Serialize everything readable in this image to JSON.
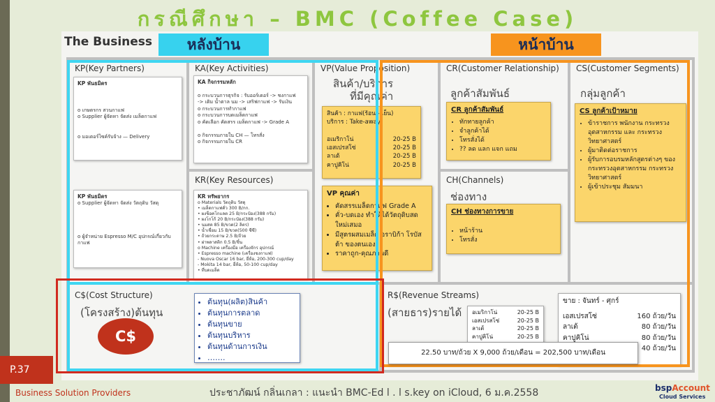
{
  "slide": {
    "title": "กรณีศึกษา – BMC (Coffee Case)",
    "canvas_title": "The Business",
    "tag_back": "หลังบ้าน",
    "tag_front": "หน้าบ้าน",
    "page": "P.37",
    "footer_left": "Business Solution Providers",
    "footer_center": "ประชาภัฒน์ กลิ่นเกลา : แนะนำ BMC-Ed l . l s.key on iCloud, 6 ม.ค.2558",
    "logo_a": "bsp",
    "logo_b": "Account",
    "logo_sub": "Cloud Services",
    "colors": {
      "title": "#8ec63f",
      "back_zone": "#3ed6f2",
      "front_zone": "#f7941e",
      "accent_red": "#c0321c",
      "note_yellow": "#fbd56b"
    }
  },
  "kp": {
    "title": "KP(Key Partners)",
    "box1_head": "KP พันธมิตร",
    "box1_items": [
      "o เกษตรกร สวนกาแฟ",
      "o Supplier ผู้จัดหา จัดส่ง เมล็ดกาแฟ",
      "o มอเตอร์ไซค์รับจ้าง — Delivery"
    ],
    "box2_head": "KP พันธมิตร",
    "box2_items": [
      "o Supplier ผู้จัดหา จัดส่ง วัตถุดิบ วัสดุ",
      "o ผู้จำหน่าย Espresso M/C อุปกรณ์เกี่ยวกับกาแฟ"
    ]
  },
  "ka": {
    "title": "KA(Key Activities)",
    "box_head": "KA กิจกรรมหลัก",
    "items": [
      "o กระบวนการธุรกิจ : รับออร์เดอร์ -> ชงกาแฟ",
      "-> เติม น้ำตาล นม -> เสริฟกาแฟ -> รับเงิน",
      "o กระบวนการทำกาแฟ",
      "o กระบวนการบดเมล็ดกาแฟ",
      "o คัดเลือก คัดสรร เมล็ดกาแฟ -> Grade A",
      "o กิจกรรมภายใน CH — โทรสั่ง",
      "o กิจกรรมภายใน CR"
    ]
  },
  "kr": {
    "title": "KR(Key Resources)",
    "box_head": "KR ทรัพยากร",
    "lines": [
      "o Materials วัตถุดิบ วัสดุ",
      "• เมล็ดกาแฟคั่ว        300 B/กก.",
      "• ผงช็อคโกแลต        25 B/กระป๋อง(388 กรัม)",
      "• ผงโกโก้              20 B/กระป๋อง(388 กรัม)",
      "• นมสด               85 B/ขวด(2 ลิตร)",
      "• น้ำเชื่อม            15 B/ขวด(500 ซีซี)",
      "• ถ้วยกระดาษ         2.5 B/ถ้วย",
      "• ฝาพลาสติก          0.5 B/ชิ้น",
      "o Machine เครื่องมือ เครื่องจักร อุปกรณ์",
      "• Espresso machine (เครื่องชงกาแฟ)",
      "- Nuova Oscar 16 bar, ยี่ห้อ, 200-300 cup/day",
      "- Mokita 14 bar, ยี่ห้อ, 50-100 cup/day",
      "• ที่บดเมล็ด"
    ]
  },
  "vp": {
    "title": "VP(Value Proposition)",
    "big": "สินค้า/บริการ",
    "big2": "ที่มีคุณค่า",
    "box1_lines": [
      "สินค้า : กาแฟ(ร้อน - เย็น)",
      "บริการ : Take-away"
    ],
    "products": [
      {
        "name": "อเมริกาโน่",
        "price": "20-25 B"
      },
      {
        "name": "เอสเปรสโซ่",
        "price": "20-25 B"
      },
      {
        "name": "ลาเต้",
        "price": "20-25 B"
      },
      {
        "name": "คาปูคิโน่",
        "price": "20-25 B"
      }
    ],
    "box2_head": "VP คุณค่า",
    "box2_items": [
      "คัดสรรเมล็ดกาแฟ Grade A",
      "คั่ว-บดเอง ทำให้ได้วัตถุดิบสดใหม่เสมอ",
      "มีสูตรผสมเมล็ด อราบิก้า โรบัสต้า ของตนเอง",
      "ราคาถูก-คุณภาพดี"
    ]
  },
  "cr": {
    "title": "CR(Customer Relationship)",
    "big": "ลูกค้าสัมพันธ์",
    "box_head": "CR ลูกค้าสัมพันธ์",
    "items": [
      "ทักทายลูกค้า",
      "จำลูกค้าได้",
      "โทรสั่งได้",
      "?? ลด แลก แจก แถม"
    ]
  },
  "ch": {
    "title": "CH(Channels)",
    "big": "ช่องทาง",
    "box_head": "CH ช่องทางการขาย",
    "items": [
      "หน้าร้าน",
      "โทรสั่ง"
    ]
  },
  "cs": {
    "title": "CS(Customer Segments)",
    "big": "กลุ่มลูกค้า",
    "box_head": "CS ลูกค้าเป้าหมาย",
    "items": [
      "ข้าราชการ พนักงาน กระทรวงอุตสาหกรรม และ กระทรวงวิทยาศาสตร์",
      "ผู้มาติดต่อราชการ",
      "ผู้รับการอบรมหลักสูตรต่างๆ ของ กระทรวงอุตสาหกรรม กระทรวงวิทยาศาสตร์",
      "ผู้เข้าประชุม สัมมนา"
    ]
  },
  "cost": {
    "title": "C$(Cost Structure)",
    "big": "(โครงสร้าง)ต้นทุน",
    "circle": "C$",
    "items": [
      "ต้นทุน(ผลิต)สินค้า",
      "ต้นทุนการตลาด",
      "ต้นทุนขาย",
      "ต้นทุนบริหาร",
      "ต้นทุนด้านการเงิน",
      "……."
    ]
  },
  "rev": {
    "title": "R$(Revenue Streams)",
    "big": "(สายธาร)รายได้",
    "prices": [
      {
        "name": "อเมริกาโน่",
        "price": "20-25 B"
      },
      {
        "name": "เอสเปรสโซ่",
        "price": "20-25 B"
      },
      {
        "name": "ลาเต้",
        "price": "20-25 B"
      },
      {
        "name": "คาปูคิโน่",
        "price": "20-25 B"
      }
    ],
    "sales_head": "ขาย : จันทร์ - ศุกร์",
    "sales": [
      {
        "name": "เอสเปรสโซ่",
        "qty": "160 ถ้วย/วัน"
      },
      {
        "name": "ลาเต้",
        "qty": "80 ถ้วย/วัน"
      },
      {
        "name": "คาปูคิโน่",
        "qty": "80 ถ้วย/วัน"
      },
      {
        "name": "",
        "qty": "40 ถ้วย/วัน"
      }
    ],
    "calc": "22.50 บาท/ถ้วย X 9,000 ถ้วย/เดือน = 202,500 บาท/เดือน"
  }
}
